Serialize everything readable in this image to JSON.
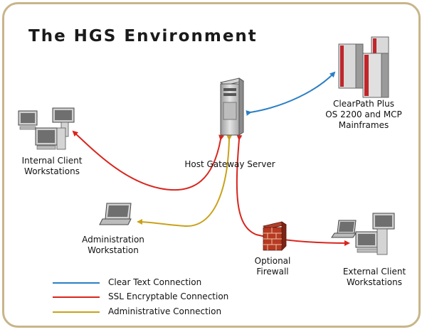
{
  "title": "The HGS Environment",
  "nodes": {
    "internal": {
      "line1": "Internal Client",
      "line2": "Workstations"
    },
    "server": {
      "label": "Host Gateway Server"
    },
    "mainframes": {
      "line1": "ClearPath Plus",
      "line2": "OS 2200 and MCP",
      "line3": "Mainframes"
    },
    "admin": {
      "line1": "Administration",
      "line2": "Workstation"
    },
    "firewall": {
      "line1": "Optional",
      "line2": "Firewall"
    },
    "external": {
      "line1": "External Client",
      "line2": "Workstations"
    }
  },
  "legend": [
    {
      "label": "Clear Text Connection",
      "color": "#2b7fc4"
    },
    {
      "label": "SSL Encryptable Connection",
      "color": "#d8261e"
    },
    {
      "label": "Administrative Connection",
      "color": "#c9a21a"
    }
  ],
  "colors": {
    "frame": "#c8b58a",
    "clear": "#2b7fc4",
    "ssl": "#d8261e",
    "admin": "#c9a21a",
    "accent_red": "#c0262a"
  },
  "icons": [
    "workstation-cluster-icon",
    "server-tower-icon",
    "mainframe-icon",
    "laptop-icon",
    "firewall-brick-icon"
  ]
}
